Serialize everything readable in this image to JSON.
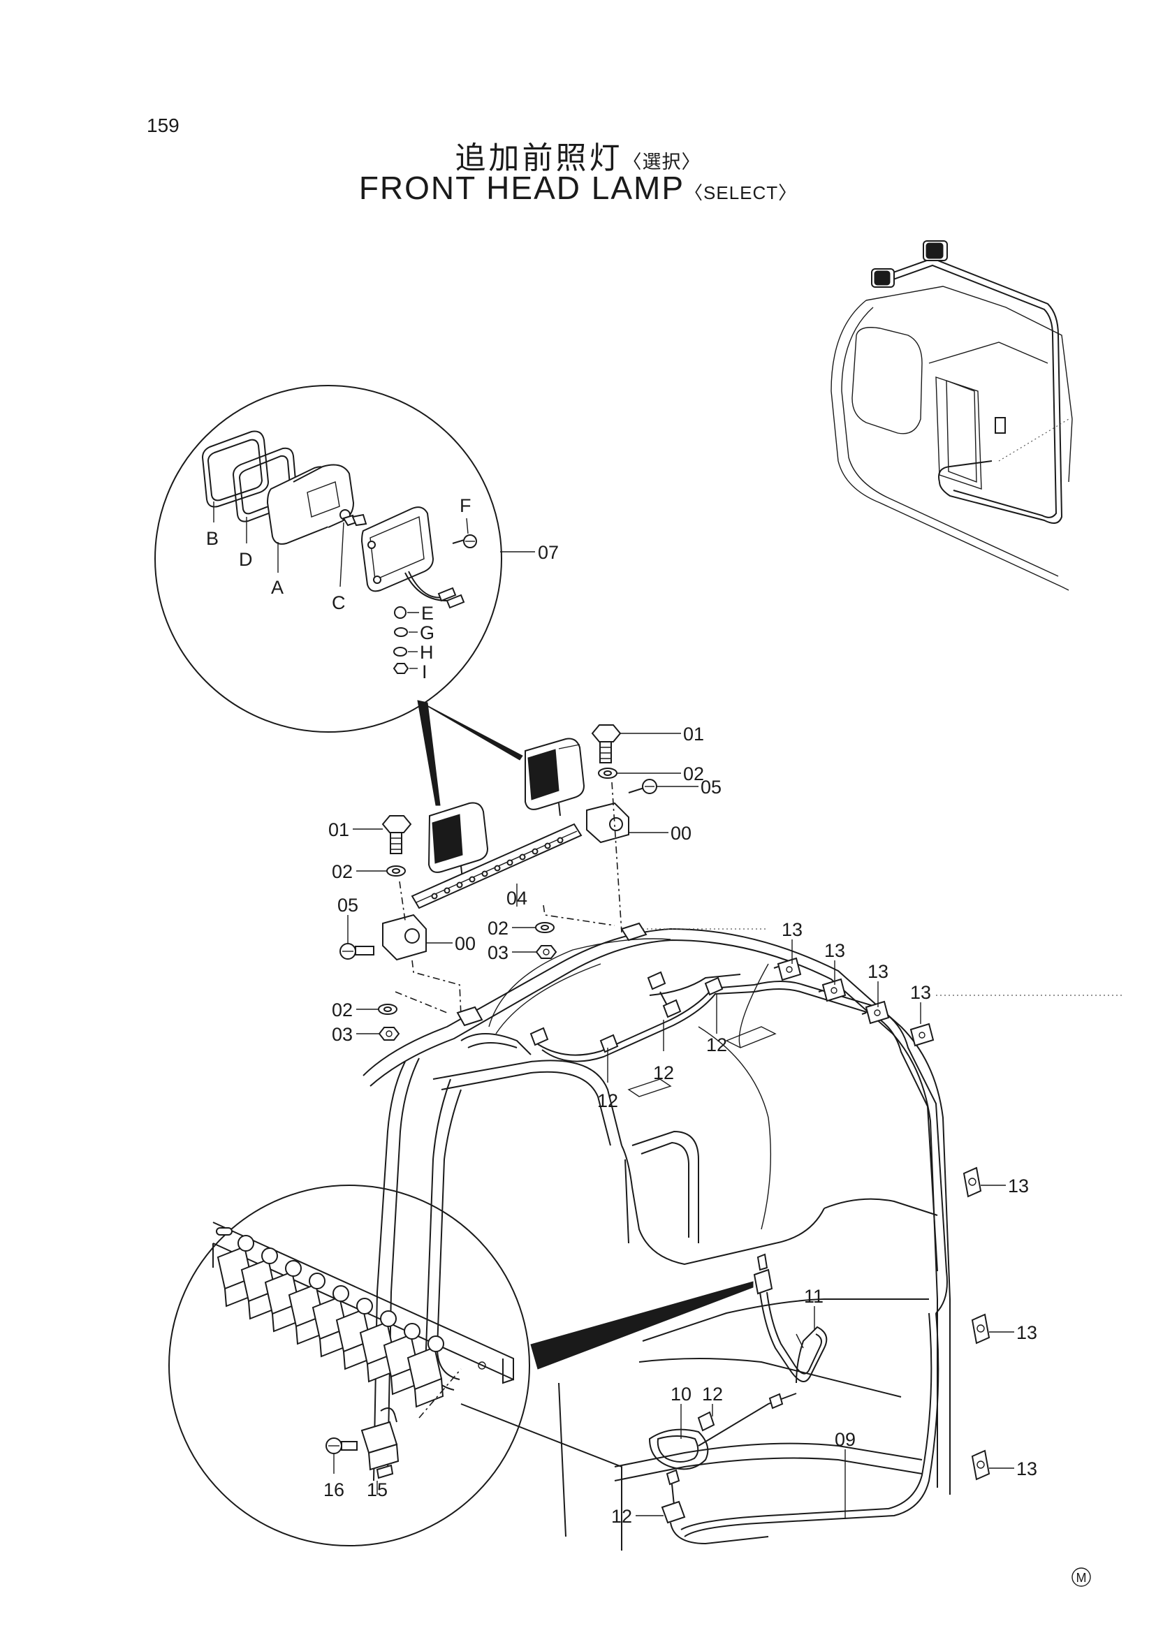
{
  "page": {
    "number": "159"
  },
  "title": {
    "japanese": "追加前照灯",
    "japanese_sub": "〈選択〉",
    "english": "FRONT  HEAD  LAMP",
    "english_sub": "〈SELECT〉"
  },
  "detail_lamp": {
    "parts": [
      "A",
      "B",
      "C",
      "D",
      "E",
      "F",
      "G",
      "H",
      "I"
    ],
    "assembly_ref": "07"
  },
  "callouts": {
    "c01a": "01",
    "c01b": "01",
    "c02a": "02",
    "c02b": "02",
    "c02c": "02",
    "c02d": "02",
    "c03a": "03",
    "c03b": "03",
    "c04": "04",
    "c05a": "05",
    "c05b": "05",
    "c00a": "00",
    "c00b": "00",
    "c09": "09",
    "c10": "10",
    "c11": "11",
    "c12a": "12",
    "c12b": "12",
    "c12c": "12",
    "c12d": "12",
    "c12e": "12",
    "c13a": "13",
    "c13b": "13",
    "c13c": "13",
    "c13d": "13",
    "c13e": "13",
    "c13f": "13",
    "c13g": "13",
    "c15": "15",
    "c16": "16"
  },
  "footer_mark": "M"
}
